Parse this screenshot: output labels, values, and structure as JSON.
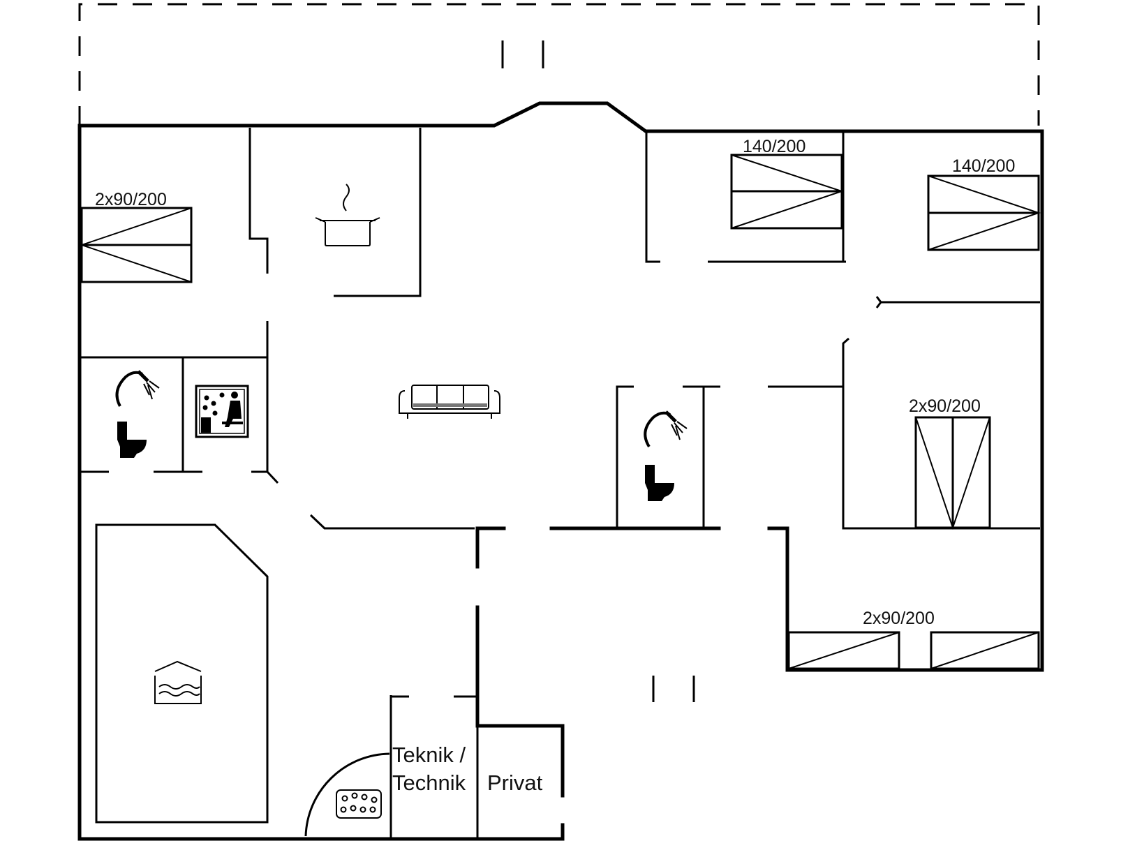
{
  "labels": {
    "bed_nw": "2x90/200",
    "bed_n1": "140/200",
    "bed_n2": "140/200",
    "bed_e": "2x90/200",
    "bed_se": "2x90/200",
    "room_technik_1": "Teknik /",
    "room_technik_2": "Technik",
    "room_privat": "Privat"
  },
  "icons": [
    "cooking-pot-icon",
    "sofa-icon",
    "shower-icon",
    "toilet-icon",
    "sauna-icon",
    "pool-icon",
    "whirlpool-icon"
  ],
  "colors": {
    "line": "#000000",
    "background": "#ffffff"
  }
}
